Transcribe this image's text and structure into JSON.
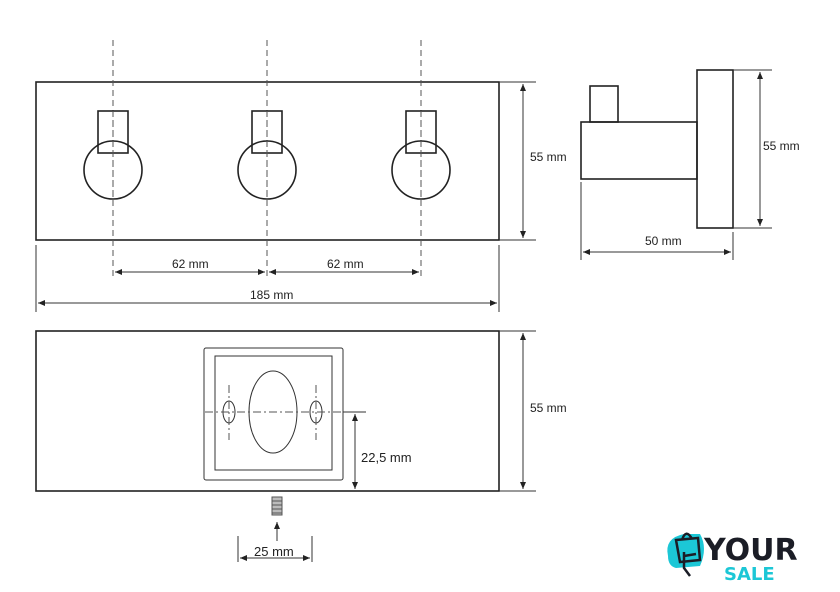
{
  "drawing": {
    "front_view": {
      "height_label": "55 mm",
      "spacing_left_label": "62 mm",
      "spacing_right_label": "62 mm",
      "width_label": "185 mm"
    },
    "side_view": {
      "height_label": "55 mm",
      "depth_label": "50 mm"
    },
    "back_view": {
      "height_label": "55 mm",
      "mount_height_label": "22,5 mm",
      "screw_offset_label": "25 mm"
    }
  },
  "logo": {
    "word1": "YOUR",
    "word2": "SALE",
    "colors": {
      "accent": "#1cc7d6",
      "dark": "#1b1d26"
    }
  }
}
